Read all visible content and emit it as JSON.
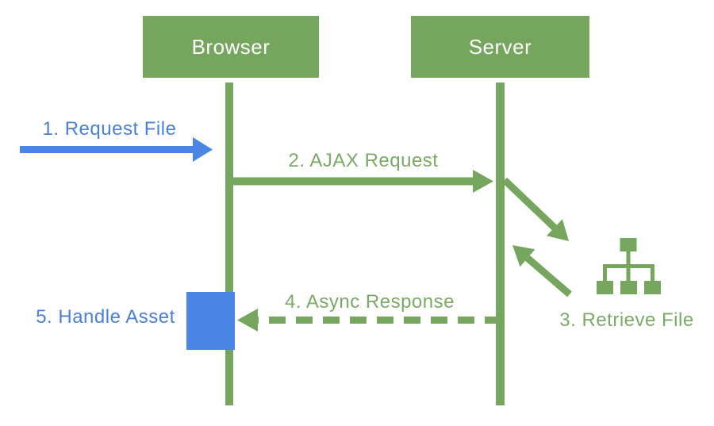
{
  "colors": {
    "green": "#76a65e",
    "green_text": "#7baa66",
    "blue": "#4a86e8",
    "blue_text": "#4a7fd8",
    "background": "#ffffff"
  },
  "actors": [
    {
      "label": "Browser"
    },
    {
      "label": "Server"
    }
  ],
  "steps": [
    {
      "label": "1. Request File"
    },
    {
      "label": "2. AJAX Request"
    },
    {
      "label": "3. Retrieve File"
    },
    {
      "label": "4. Async Response"
    },
    {
      "label": "5. Handle Asset"
    }
  ],
  "icons": {
    "retrieve_target": "file-tree-icon"
  }
}
